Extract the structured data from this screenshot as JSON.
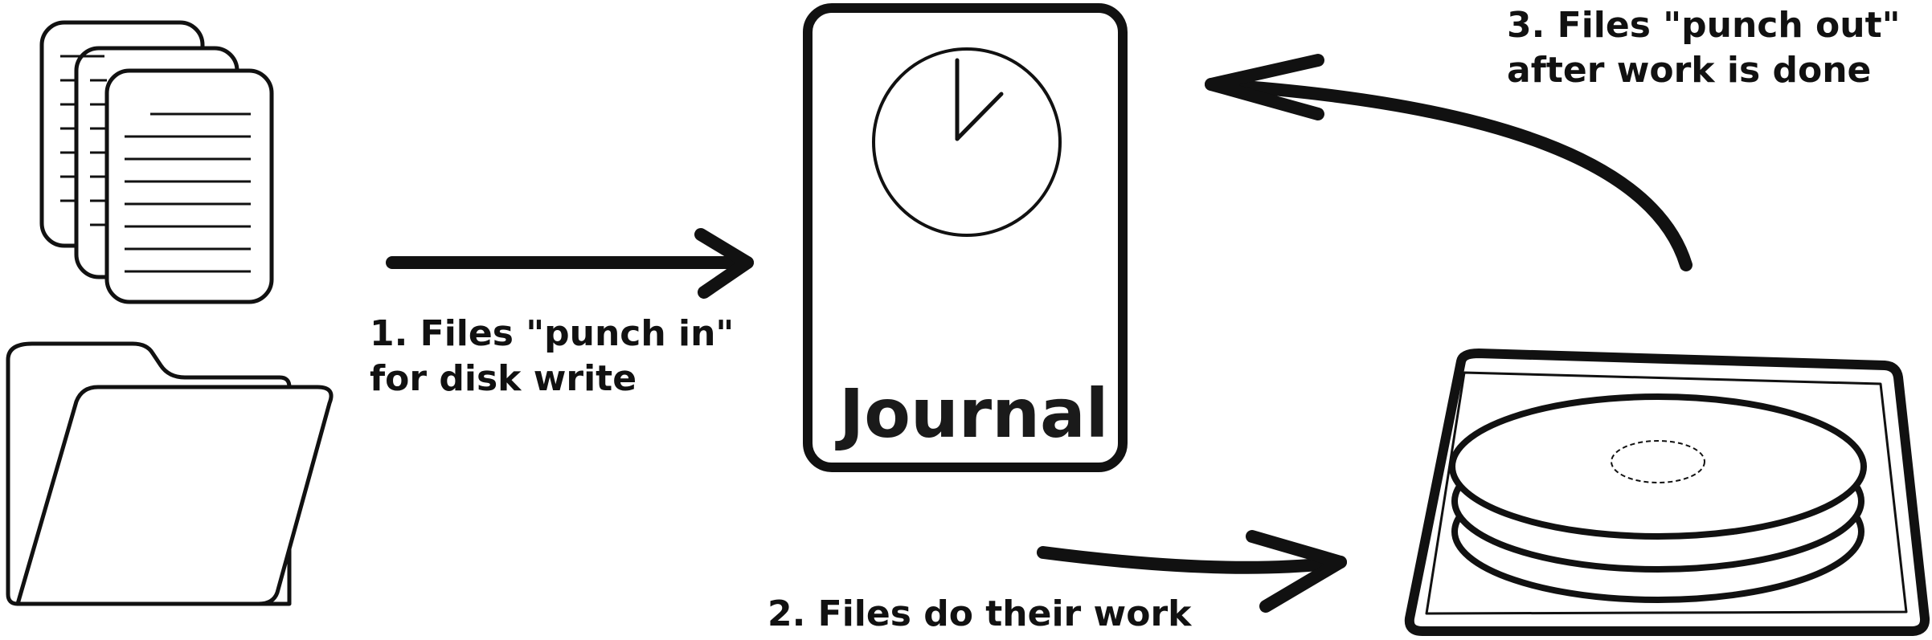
{
  "colors": {
    "ink": "#111111",
    "background": "#ffffff"
  },
  "icons": [
    "documents-icon",
    "folder-icon",
    "journal-clock-icon",
    "disk-platter-icon"
  ],
  "journal": {
    "title": "Journal"
  },
  "steps": [
    {
      "lines": [
        "1. Files \"punch in\"",
        "for disk write"
      ]
    },
    {
      "lines": [
        "2. Files do their work"
      ]
    },
    {
      "lines": [
        "3. Files \"punch out\"",
        "after work is done"
      ]
    }
  ]
}
